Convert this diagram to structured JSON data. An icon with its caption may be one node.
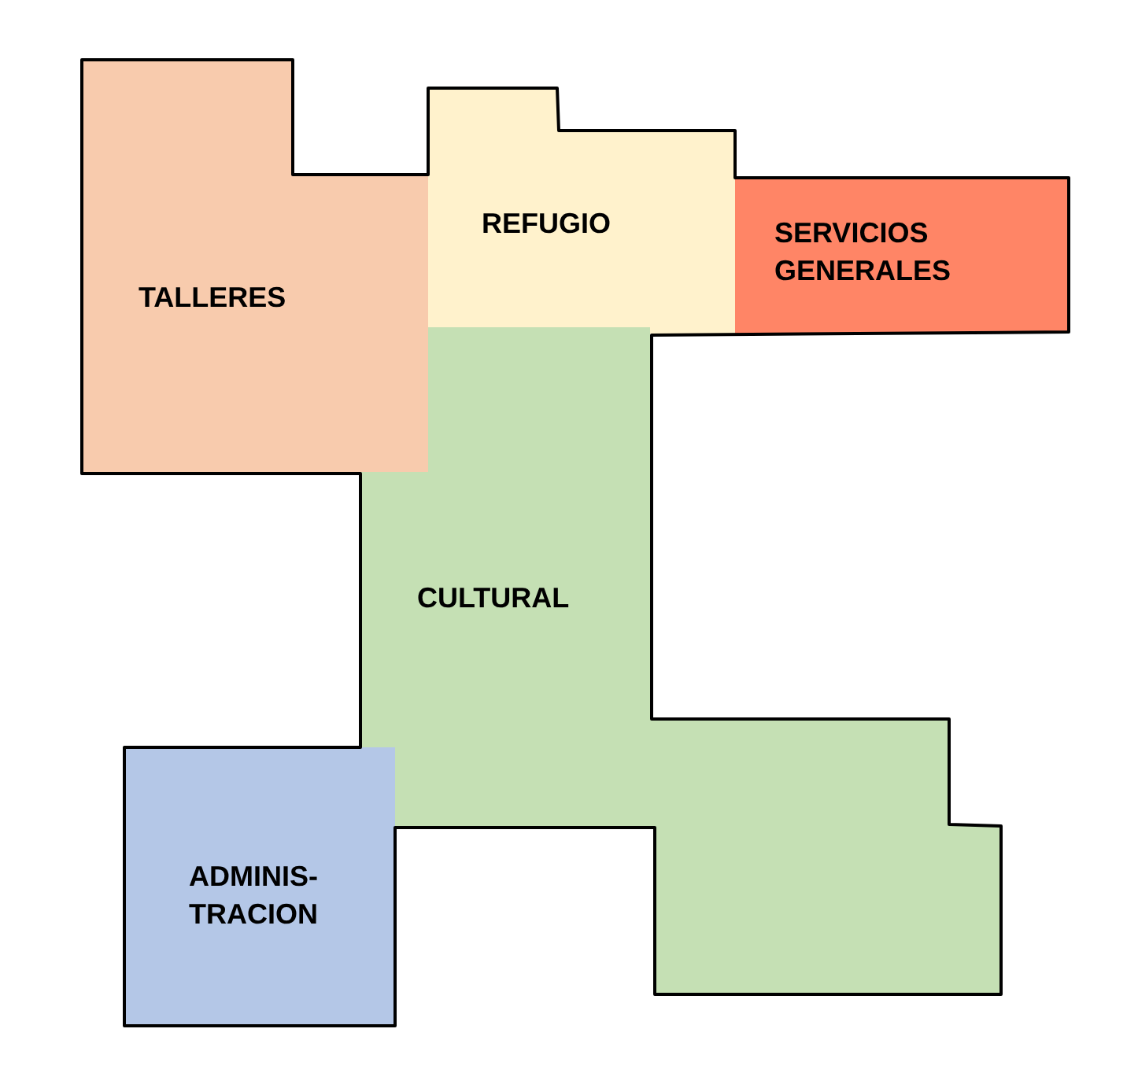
{
  "diagram": {
    "nodes": [
      {
        "text": [
          "TALLERES"
        ]
      },
      {
        "text": [
          "REFUGIO"
        ]
      },
      {
        "text": [
          "SERVICIOS GENERALES"
        ]
      },
      {
        "text": [
          "CULTURAL"
        ]
      },
      {
        "text": [
          "ADMINIS- TRACION"
        ]
      }
    ]
  }
}
